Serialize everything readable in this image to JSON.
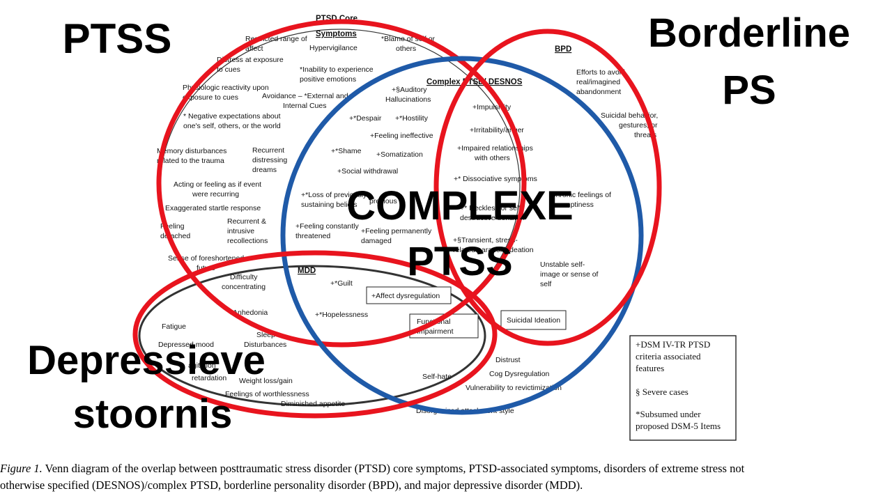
{
  "overlays": {
    "ptss": "PTSS",
    "borderline_line1": "Borderline",
    "borderline_line2": "PS",
    "complexe_line1": "COMPLEXE",
    "complexe_line2": "PTSS",
    "depressieve_line1": "Depressieve",
    "depressieve_line2": "stoornis"
  },
  "headers": {
    "ptsd_line1": "PTSD Core",
    "ptsd_line2": "Symptoms",
    "complex": "Complex PTSD/ DESNOS",
    "bpd": "BPD",
    "mdd": "MDD"
  },
  "ptsd_items": {
    "restricted_1": "Restricted range of",
    "restricted_2": "affect",
    "hypervigilance": "Hypervigilance",
    "blame_1": "*Blame of self or",
    "blame_2": "others",
    "distress_1": "Distress at exposure",
    "distress_2": "to cues",
    "inability_1": "*Inability to experience",
    "inability_2": "positive emotions",
    "physio_1": "Physiologic reactivity upon",
    "physio_2": "exposure to cues",
    "avoid_1": "Avoidance – *External and",
    "avoid_2": "Internal Cues",
    "negexp_1": "* Negative expectations about",
    "negexp_2": "one's self, others, or the world",
    "memory_1": "Memory disturbances",
    "memory_2": "related to the trauma",
    "recurrent_1": "Recurrent",
    "recurrent_2": "distressing",
    "recurrent_3": "dreams",
    "acting_1": "Acting or feeling as if event",
    "acting_2": "were recurring",
    "startle": "Exaggerated startle response",
    "detached_1": "Feeling",
    "detached_2": "detached",
    "intrusive_1": "Recurrent &",
    "intrusive_2": "intrusive",
    "intrusive_3": "recollections",
    "foreshort_1": "Sense of foreshortened",
    "foreshort_2": "future"
  },
  "complex_items": {
    "auditory_1": "+§Auditory",
    "auditory_2": "Hallucinations",
    "despair": "+*Despair",
    "hostility": "+*Hostility",
    "ineffective": "+Feeling ineffective",
    "shame": "+*Shame",
    "somatization": "+Somatization",
    "withdrawal": "+Social withdrawal",
    "loss_1": "+*Loss of previously",
    "loss_2": "sustaining beliefs",
    "previous": "previous",
    "threatened_1": "+Feeling constantly",
    "threatened_2": "threatened",
    "damaged_1": "+Feeling permanently",
    "damaged_2": "damaged"
  },
  "shared_items": {
    "impulsivity": "+Impulsivity",
    "irritability": "+Irritability/anger",
    "relationships_1": "+Impaired relationships",
    "relationships_2": "with others",
    "dissociative": "+* Dissociative symptoms",
    "reckless_1": "+* Reckless or self-",
    "reckless_2": "destructive behavior",
    "transient_1": "+§Transient, stress-",
    "transient_2": "related paranoid ideation"
  },
  "bpd_items": {
    "efforts_1": "Efforts to avoid",
    "efforts_2": "real/imagined",
    "efforts_3": "abandonment",
    "suicidal_1": "Suicidal behavior,",
    "suicidal_2": "gestures, or",
    "suicidal_3": "threats",
    "chronic_1": "Chronic feelings of",
    "chronic_2": "emptiness",
    "unstable_1": "Unstable self-",
    "unstable_2": "image or sense of",
    "unstable_3": "self"
  },
  "mdd_items": {
    "difficulty_1": "Difficulty",
    "difficulty_2": "concentrating",
    "guilt": "+*Guilt",
    "affect_box": "+Affect dysregulation",
    "anhedonia": "Anhedonia",
    "hopelessness": "+*Hopelessness",
    "functional_1": "Functional",
    "functional_2": "Impairment",
    "suicidal_ideation": "Suicidal Ideation",
    "fatigue": "Fatigue",
    "sleep_1": "Sleep",
    "sleep_2": "Disturbances",
    "depressed_mood": "Depressed mood",
    "agitation_1": "agitation",
    "agitation_2": "retardation",
    "weight": "Weight loss/gain",
    "worthless": "Feelings of worthlessness",
    "appetite": "Diminished appetite"
  },
  "lower_items": {
    "distrust": "Distrust",
    "cog": "Cog Dysregulation",
    "selfhate": "Self-hate",
    "vulnerability": "Vulnerability to revictimization",
    "attachment": "Disorganized attachment style"
  },
  "legend": {
    "l1": "+DSM IV-TR PTSD",
    "l2": "criteria associated",
    "l3": "features",
    "l4": "§ Severe cases",
    "l5": "*Subsumed under",
    "l6": "proposed DSM-5 Items"
  },
  "caption": {
    "label": "Figure 1.",
    "line1": "Venn diagram of the overlap between posttraumatic stress disorder (PTSD) core symptoms, PTSD-associated symptoms, disorders of extreme stress not",
    "line2": "otherwise specified (DESNOS)/complex PTSD, borderline personality disorder (BPD), and major depressive disorder (MDD)."
  },
  "colors": {
    "red_ring": "#e8141e",
    "blue_ring": "#1f5aa8"
  }
}
